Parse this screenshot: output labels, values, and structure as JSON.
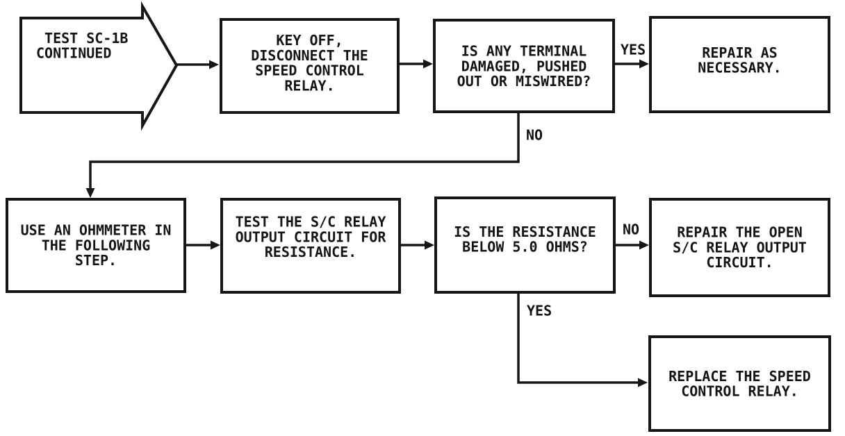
{
  "colors": {
    "ink": "#161616",
    "paper": "#ffffff"
  },
  "nodes": {
    "start": {
      "label": " TEST SC-1B\nCONTINUED"
    },
    "key_off": {
      "label": "KEY OFF,\nDISCONNECT THE\nSPEED CONTROL\nRELAY."
    },
    "terminal_check": {
      "label": "IS ANY TERMINAL\nDAMAGED, PUSHED\nOUT OR MISWIRED?"
    },
    "repair_as_necessary": {
      "label": "REPAIR AS\nNECESSARY."
    },
    "use_ohmmeter": {
      "label": "USE AN OHMMETER IN\nTHE FOLLOWING\nSTEP."
    },
    "test_output_circuit": {
      "label": "TEST THE S/C RELAY\nOUTPUT CIRCUIT FOR\nRESISTANCE."
    },
    "resistance_check": {
      "label": "IS THE RESISTANCE\nBELOW 5.0 OHMS?"
    },
    "repair_open_circuit": {
      "label": "REPAIR THE OPEN\nS/C RELAY OUTPUT\nCIRCUIT."
    },
    "replace_relay": {
      "label": "REPLACE THE SPEED\nCONTROL RELAY."
    }
  },
  "edge_labels": {
    "terminal_yes": "YES",
    "terminal_no": "NO",
    "resistance_no": "NO",
    "resistance_yes": "YES"
  }
}
